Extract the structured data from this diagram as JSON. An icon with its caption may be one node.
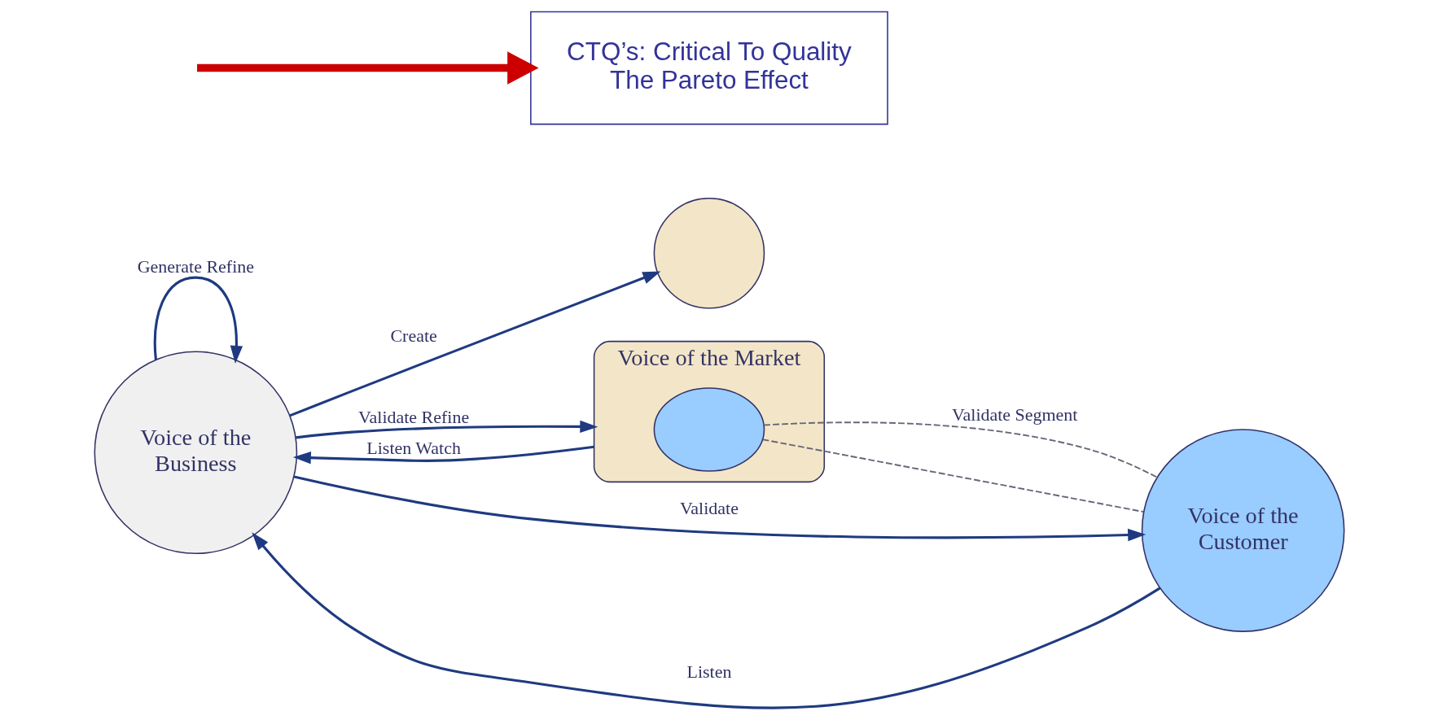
{
  "diagram": {
    "nodes": [
      {
        "text": [],
        "shape": "circle"
      },
      {
        "text": [
          "Voice of the Market"
        ]
      },
      {
        "text": [],
        "shape": "ellipse",
        "in": 1
      },
      {
        "text": [
          "Voice of the Business"
        ]
      },
      {
        "text": [
          "Voice of the Customer"
        ]
      },
      {
        "text": [
          "CTQ’s: Critical To Quality",
          "The Pareto Effect"
        ]
      }
    ],
    "edges": [
      {
        "from": 3,
        "to": 0,
        "arrow": "to",
        "label": "Create"
      },
      {
        "from": 3,
        "to": 1,
        "arrow": "to",
        "label": "Validate Refine"
      },
      {
        "from": 1,
        "to": 3,
        "arrow": "to",
        "label": "Listen Watch"
      },
      {
        "from": 2,
        "to": 4,
        "arrow": "none",
        "style": "dashed",
        "color": "#666677",
        "label": "Validate Segment"
      },
      {
        "from": 2,
        "to": 4,
        "arrow": "none",
        "style": "dashed",
        "color": "#666677"
      },
      {
        "from": 4,
        "to": 3,
        "arrow": "to",
        "label": "Listen"
      },
      {
        "from": 3,
        "to": 4,
        "arrow": "to",
        "label": "Validate"
      },
      {
        "from": 3,
        "to": 3,
        "arrow": "to",
        "label": "Generate Refine"
      },
      {
        "from": null,
        "to": 5,
        "arrow": "to",
        "style": "thick",
        "color": "#cc0000"
      }
    ]
  }
}
